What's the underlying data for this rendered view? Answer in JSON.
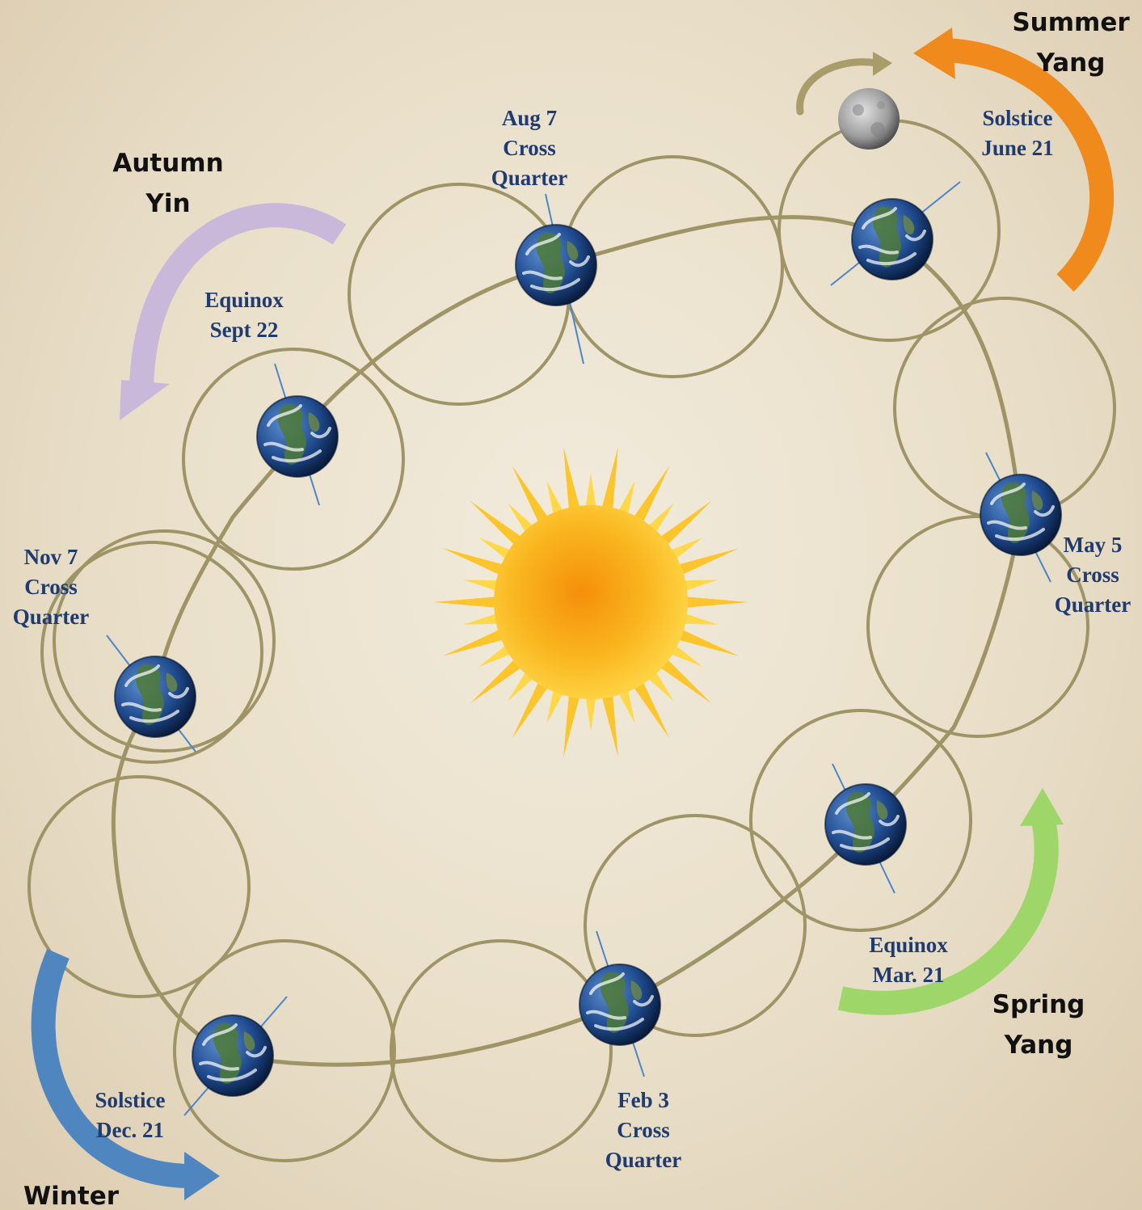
{
  "colors": {
    "orbit": "#9e9465",
    "axis": "#4a86c8",
    "date_label": "#1f3b70",
    "season_label": "#111111",
    "summer_arrow": "#f08a1c",
    "autumn_arrow": "#c9b8da",
    "winter_arrow": "#4f86c0",
    "spring_arrow": "#9ed66a",
    "moon_arrow": "#a89d6a"
  },
  "seasons": {
    "summer": [
      "Summer",
      "Yang"
    ],
    "autumn": [
      "Autumn",
      "Yin"
    ],
    "winter": [
      "Winter"
    ],
    "spring": [
      "Spring",
      "Yang"
    ]
  },
  "positions": {
    "aug7": [
      "Aug 7",
      "Cross",
      "Quarter"
    ],
    "june21": [
      "Solstice",
      "June 21"
    ],
    "sept22": [
      "Equinox",
      "Sept 22"
    ],
    "nov7": [
      "Nov 7",
      "Cross",
      "Quarter"
    ],
    "may5": [
      "May 5",
      "Cross",
      "Quarter"
    ],
    "mar21": [
      "Equinox",
      "Mar. 21"
    ],
    "dec21": [
      "Solstice",
      "Dec. 21"
    ],
    "feb3": [
      "Feb 3",
      "Cross",
      "Quarter"
    ]
  },
  "icons": [
    "sun-icon",
    "earth-icon",
    "moon-icon",
    "season-arrow-icon"
  ]
}
